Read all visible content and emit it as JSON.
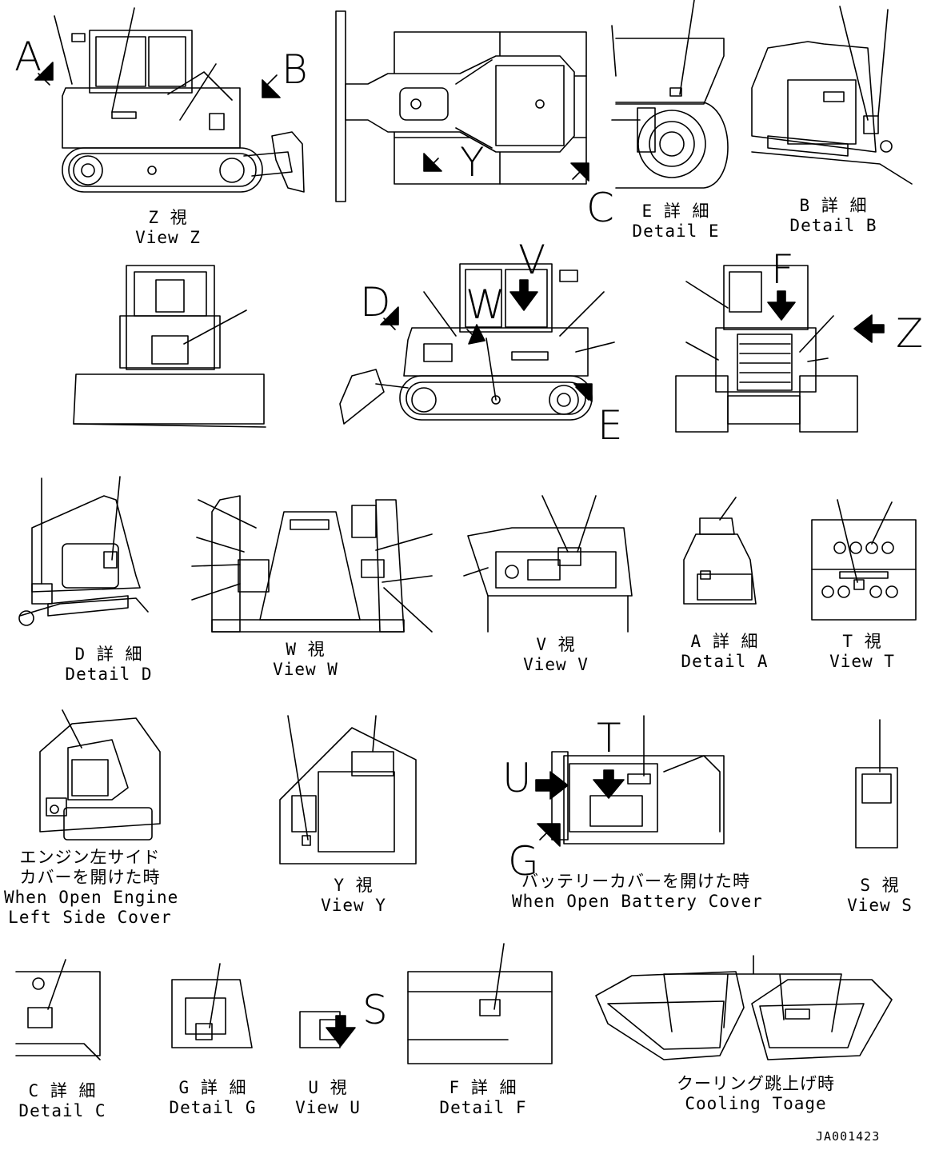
{
  "views": {
    "z": {
      "jp": "Z 視",
      "en": "View Z"
    },
    "e": {
      "jp": "E 詳 細",
      "en": "Detail E"
    },
    "b": {
      "jp": "B 詳 細",
      "en": "Detail B"
    },
    "d": {
      "jp": "D 詳 細",
      "en": "Detail D"
    },
    "w": {
      "jp": "W 視",
      "en": "View W"
    },
    "v": {
      "jp": "V 視",
      "en": "View V"
    },
    "a": {
      "jp": "A 詳 細",
      "en": "Detail A"
    },
    "t": {
      "jp": "T 視",
      "en": "View T"
    },
    "engine": {
      "jp1": "エンジン左サイド",
      "jp2": "カバーを開けた時",
      "en1": "When Open Engine",
      "en2": "Left Side Cover"
    },
    "y": {
      "jp": "Y 視",
      "en": "View Y"
    },
    "battery": {
      "jp": "バッテリーカバーを開けた時",
      "en": "When Open Battery Cover"
    },
    "s": {
      "jp": "S 視",
      "en": "View S"
    },
    "c": {
      "jp": "C 詳 細",
      "en": "Detail C"
    },
    "g": {
      "jp": "G 詳 細",
      "en": "Detail G"
    },
    "u": {
      "jp": "U 視",
      "en": "View U"
    },
    "f": {
      "jp": "F 詳 細",
      "en": "Detail F"
    },
    "cooling": {
      "jp": "クーリング跳上げ時",
      "en": "Cooling Toage"
    }
  },
  "letters": {
    "A": "A",
    "B": "B",
    "C": "C",
    "D": "D",
    "E": "E",
    "F": "F",
    "G": "G",
    "S": "S",
    "T": "T",
    "U": "U",
    "V": "V",
    "W": "W",
    "Y": "Y",
    "Z": "Z"
  },
  "document_id": "JA001423",
  "colors": {
    "line": "#000000",
    "paper": "#ffffff"
  }
}
